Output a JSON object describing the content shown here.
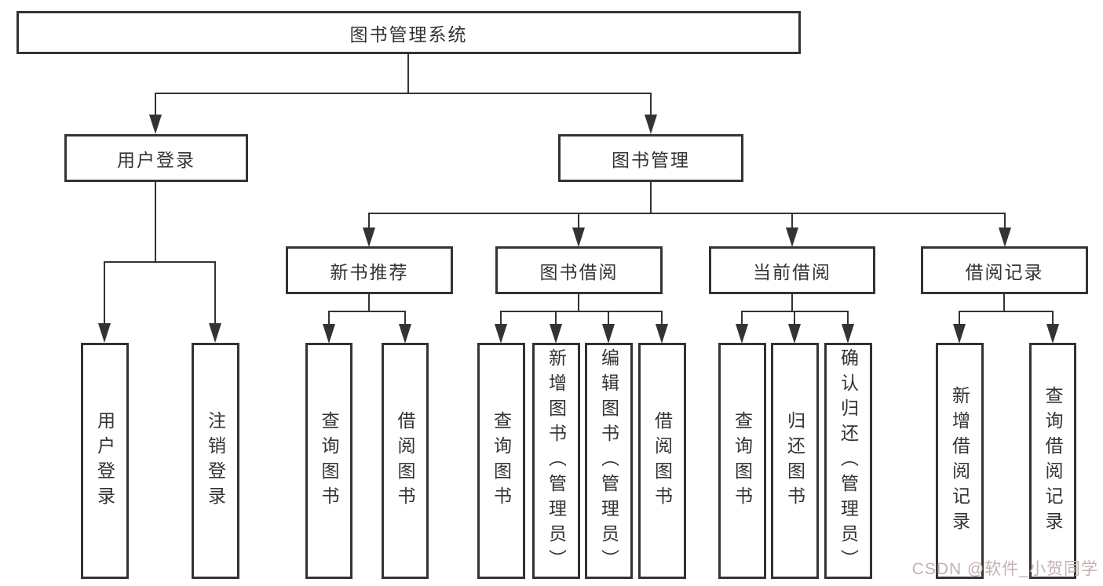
{
  "diagram": {
    "title": "图书管理系统",
    "tree": {
      "label": "图书管理系统",
      "children": [
        {
          "label": "用户登录",
          "children": [
            {
              "label": "用户登录"
            },
            {
              "label": "注销登录"
            }
          ]
        },
        {
          "label": "图书管理",
          "children": [
            {
              "label": "新书推荐",
              "children": [
                {
                  "label": "查询图书"
                },
                {
                  "label": "借阅图书"
                }
              ]
            },
            {
              "label": "图书借阅",
              "children": [
                {
                  "label": "查询图书"
                },
                {
                  "label": "新增图书（管理员）"
                },
                {
                  "label": "编辑图书（管理员）"
                },
                {
                  "label": "借阅图书"
                }
              ]
            },
            {
              "label": "当前借阅",
              "children": [
                {
                  "label": "查询图书"
                },
                {
                  "label": "归还图书"
                },
                {
                  "label": "确认归还（管理员）"
                }
              ]
            },
            {
              "label": "借阅记录",
              "children": [
                {
                  "label": "新增借阅记录"
                },
                {
                  "label": "查询借阅记录"
                }
              ]
            }
          ]
        }
      ]
    },
    "colors": {
      "line": "#333333",
      "text": "#333333",
      "background": "#ffffff",
      "watermark": "#c4b0b0"
    },
    "watermark": {
      "text": "CSDN @软件_小贺同学"
    }
  }
}
